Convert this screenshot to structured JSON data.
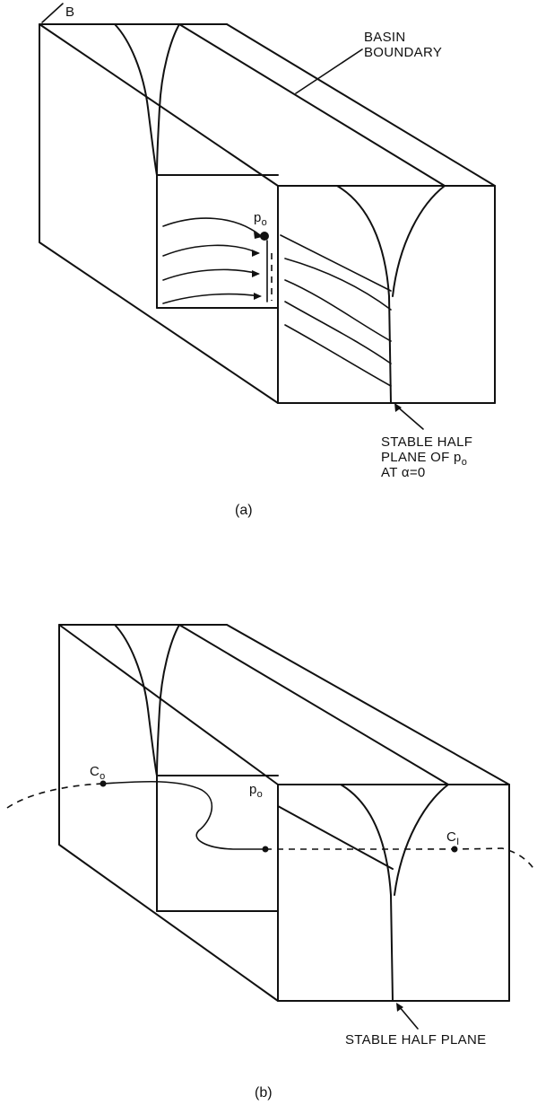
{
  "panel_a": {
    "label_b": "B",
    "basin_boundary": [
      "BASIN",
      "BOUNDARY"
    ],
    "point": "p",
    "point_sub": "o",
    "stable_note": [
      "STABLE HALF",
      "PLANE OF p",
      "AT α=0"
    ],
    "stable_note_sub": "o",
    "caption": "(a)"
  },
  "panel_b": {
    "c0": "C",
    "c0_sub": "o",
    "point": "p",
    "point_sub": "o",
    "c1": "C",
    "c1_sub": "I",
    "stable_note": "STABLE HALF PLANE",
    "caption": "(b)"
  }
}
